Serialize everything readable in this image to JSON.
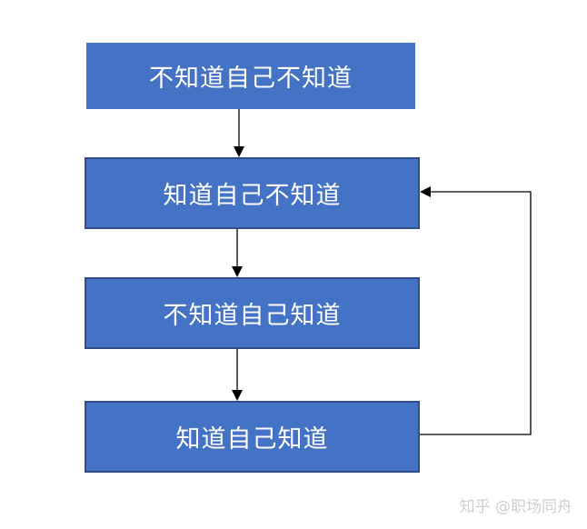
{
  "diagram": {
    "nodes": [
      {
        "id": "n1",
        "label": "不知道自己不知道"
      },
      {
        "id": "n2",
        "label": "知道自己不知道"
      },
      {
        "id": "n3",
        "label": "不知道自己知道"
      },
      {
        "id": "n4",
        "label": "知道自己知道"
      }
    ],
    "edges": [
      {
        "from": "n1",
        "to": "n2"
      },
      {
        "from": "n2",
        "to": "n3"
      },
      {
        "from": "n3",
        "to": "n4"
      },
      {
        "from": "n4",
        "to": "n2"
      }
    ],
    "colors": {
      "box_fill": "#4472c4",
      "box_border": "#2f4e8a",
      "text": "#ffffff",
      "connector": "#000000"
    }
  },
  "watermark": "知乎 @职场同舟"
}
